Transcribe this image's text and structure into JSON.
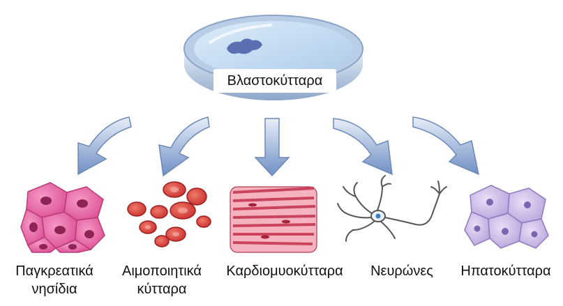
{
  "source_label": "Βλαστοκύτταρα",
  "cell_types": [
    {
      "line1": "Παγκρεατικά",
      "line2": "νησίδια"
    },
    {
      "line1": "Αιμοποιητικά",
      "line2": "κύτταρα"
    },
    {
      "line1": "Καρδιομυοκύτταρα",
      "line2": ""
    },
    {
      "line1": "Νευρώνες",
      "line2": ""
    },
    {
      "line1": "Ηπατοκύτταρα",
      "line2": ""
    }
  ],
  "colors": {
    "dish_rim": "#9fb7d6",
    "dish_liquid": "#cfe3f5",
    "arrow": "#7f9cc8",
    "pancreatic": "#e75a9c",
    "blood": "#d83a3a",
    "cardio": "#e06a7f",
    "neuron": "#f2f2f2",
    "hepato": "#c9b8e3"
  }
}
